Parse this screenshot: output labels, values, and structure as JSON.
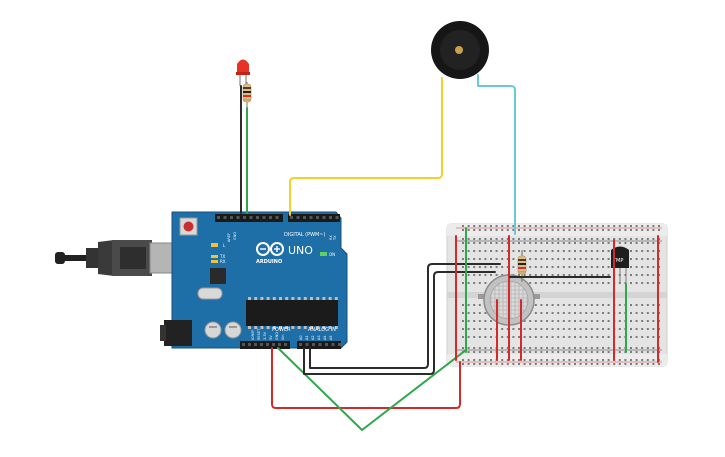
{
  "board": {
    "brand": "ARDUINO",
    "model": "UNO",
    "digital_label": "DIGITAL (PWM~)",
    "power_label": "POWER",
    "analog_label": "ANALOG IN",
    "tx_label": "TX",
    "rx_label": "RX",
    "l_label": "L",
    "on_label": "ON",
    "aref_label": "AREF",
    "gnd_label": "GND",
    "ioref_label": "IOREF",
    "reset_label": "RESET",
    "v33_label": "3.3V",
    "v5_label": "5V",
    "vin_label": "Vin",
    "a0_label": "A0",
    "a1_label": "A1",
    "a2_label": "A2",
    "a3_label": "A3",
    "a4_label": "A4",
    "a5_label": "A5"
  },
  "sensor": {
    "label": "TMP"
  },
  "colors": {
    "board_blue": "#1e6ea7",
    "wire_red": "#d42a2a",
    "wire_green": "#2ea84a",
    "wire_black": "#2b2b2b",
    "wire_yellow": "#f2d12e",
    "wire_cyan": "#6cc9d4",
    "breadboard": "#e6e6e6"
  }
}
